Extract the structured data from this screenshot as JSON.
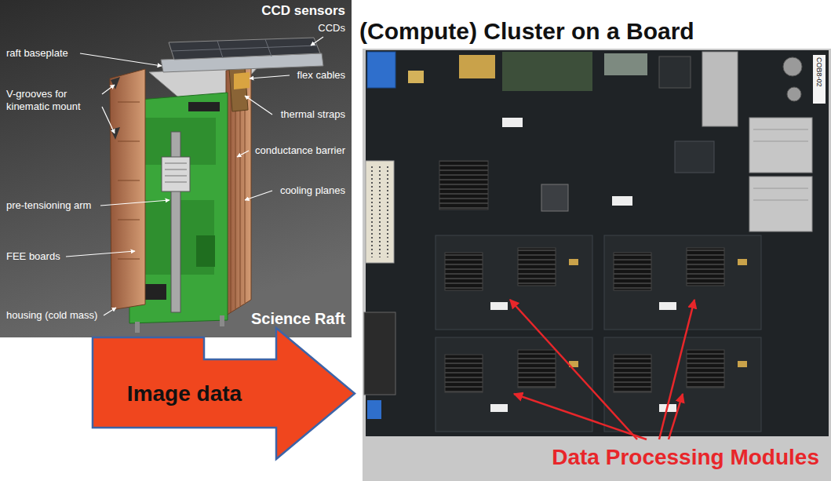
{
  "diagram": {
    "nodes": [
      {
        "text": [
          "CCD sensors",
          "Science Raft"
        ]
      },
      {
        "text": [
          "(Compute) Cluster on a Board",
          "Data Processing Modules"
        ]
      }
    ],
    "edges": [
      {
        "from": 0,
        "to": 1,
        "label": "Image data",
        "arrow": "to"
      }
    ],
    "labels": [
      "raft baseplate",
      "CCDs",
      "flex cables",
      "V-grooves for kinematic mount",
      "thermal straps",
      "conductance barrier",
      "cooling planes",
      "pre-tensioning arm",
      "FEE boards",
      "housing (cold mass)",
      "COB8-02"
    ]
  }
}
